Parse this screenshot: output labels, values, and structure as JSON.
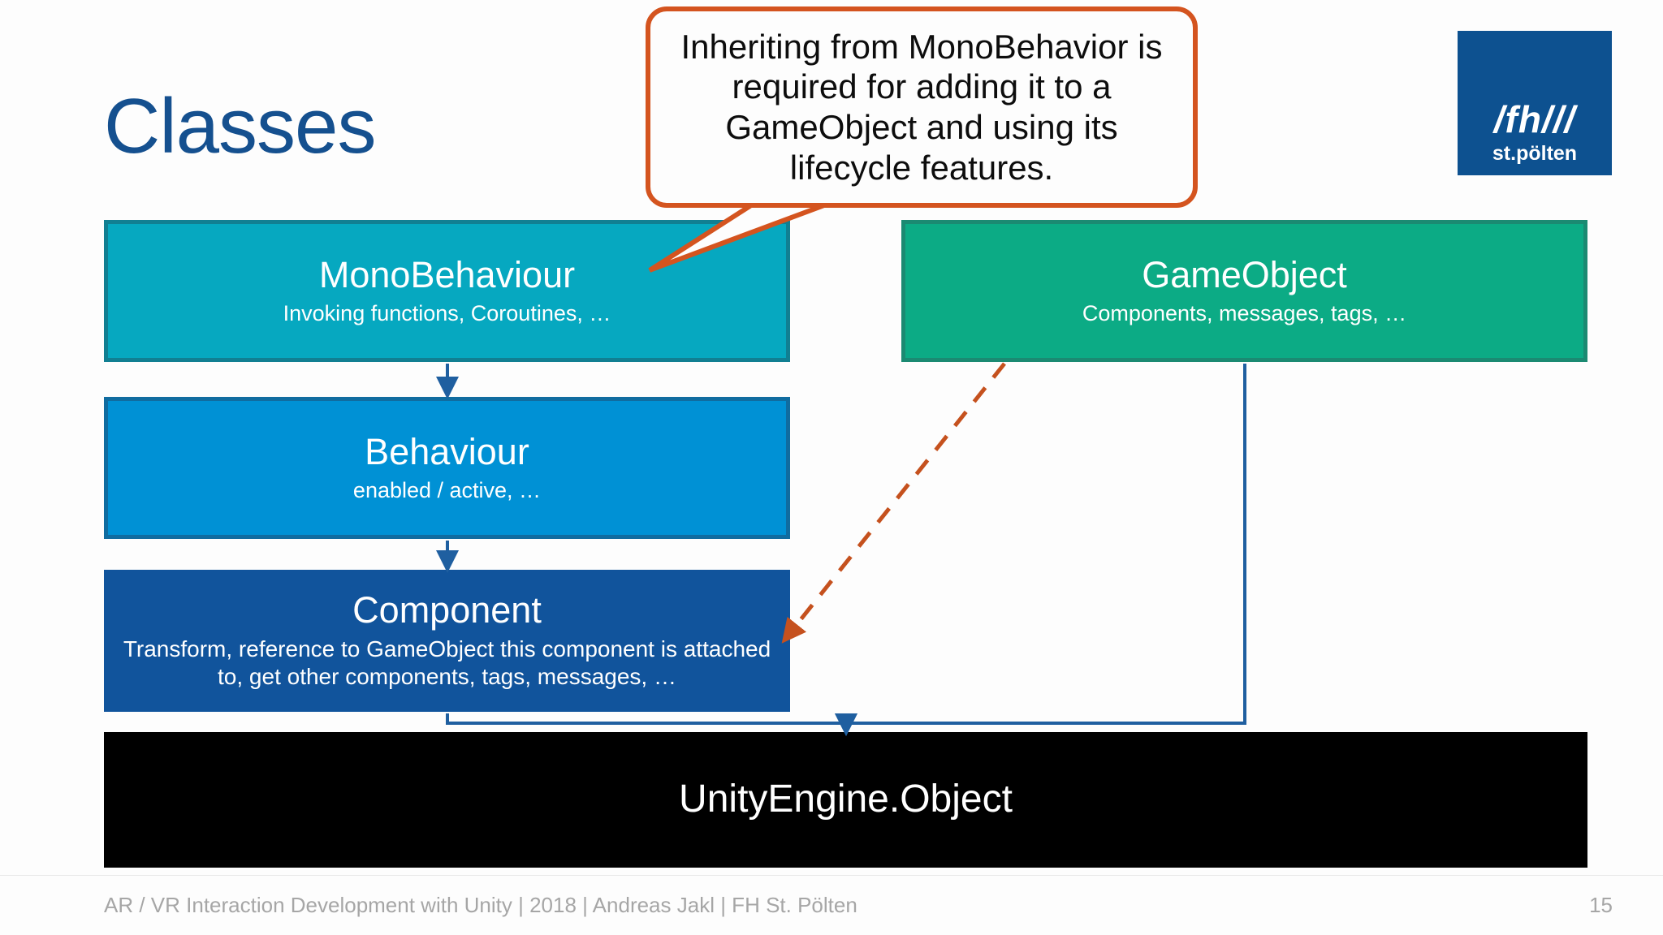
{
  "slide": {
    "title": "Classes",
    "title_color": "#15508f",
    "background": "#fdfdfd"
  },
  "logo": {
    "mark": "/fh///",
    "subtitle": "st.pölten",
    "background": "#0d5190",
    "text_color": "#ffffff"
  },
  "callout": {
    "text": "Inheriting from MonoBehavior is required for adding it to a GameObject and using its lifecycle features.",
    "border_color": "#d4541f",
    "text_color": "#0d0d0d",
    "points_to": "MonoBehaviour"
  },
  "diagram": {
    "type": "class-hierarchy",
    "boxes": [
      {
        "id": "monobehaviour",
        "title": "MonoBehaviour",
        "subtitle": "Invoking functions, Coroutines, …",
        "fill": "#06a8c0",
        "border": "#117f92",
        "text_color": "#ffffff"
      },
      {
        "id": "behaviour",
        "title": "Behaviour",
        "subtitle": "enabled / active, …",
        "fill": "#0091d5",
        "border": "#106ca0",
        "text_color": "#ffffff"
      },
      {
        "id": "component",
        "title": "Component",
        "subtitle": "Transform, reference to GameObject this component is attached to, get other components, tags, messages, …",
        "fill": "#11549c",
        "border": "#11549c",
        "text_color": "#ffffff"
      },
      {
        "id": "gameobject",
        "title": "GameObject",
        "subtitle": "Components, messages, tags, …",
        "fill": "#0cab85",
        "border": "#1b8a72",
        "text_color": "#ffffff"
      },
      {
        "id": "unityengine-object",
        "title": "UnityEngine.Object",
        "subtitle": "",
        "fill": "#000000",
        "border": "#000000",
        "text_color": "#ffffff"
      }
    ],
    "connectors": [
      {
        "id": "mono-to-behaviour",
        "from": "monobehaviour",
        "to": "behaviour",
        "style": "solid",
        "color": "#1f5fa0",
        "arrow": true
      },
      {
        "id": "behaviour-to-component",
        "from": "behaviour",
        "to": "component",
        "style": "solid",
        "color": "#1f5fa0",
        "arrow": true
      },
      {
        "id": "component-to-unityengine",
        "from": "component",
        "to": "unityengine-object",
        "style": "solid",
        "color": "#1f5fa0",
        "arrow": true
      },
      {
        "id": "gameobject-to-unityengine",
        "from": "gameobject",
        "to": "unityengine-object",
        "style": "solid",
        "color": "#1f5fa0",
        "arrow": true
      },
      {
        "id": "gameobject-to-component",
        "from": "gameobject",
        "to": "component",
        "style": "dashed",
        "color": "#c5511e",
        "arrow": true
      }
    ]
  },
  "footer": {
    "text": "AR / VR Interaction Development with Unity | 2018 | Andreas Jakl | FH St. Pölten",
    "page_number": "15",
    "color": "#a6a6a6"
  }
}
